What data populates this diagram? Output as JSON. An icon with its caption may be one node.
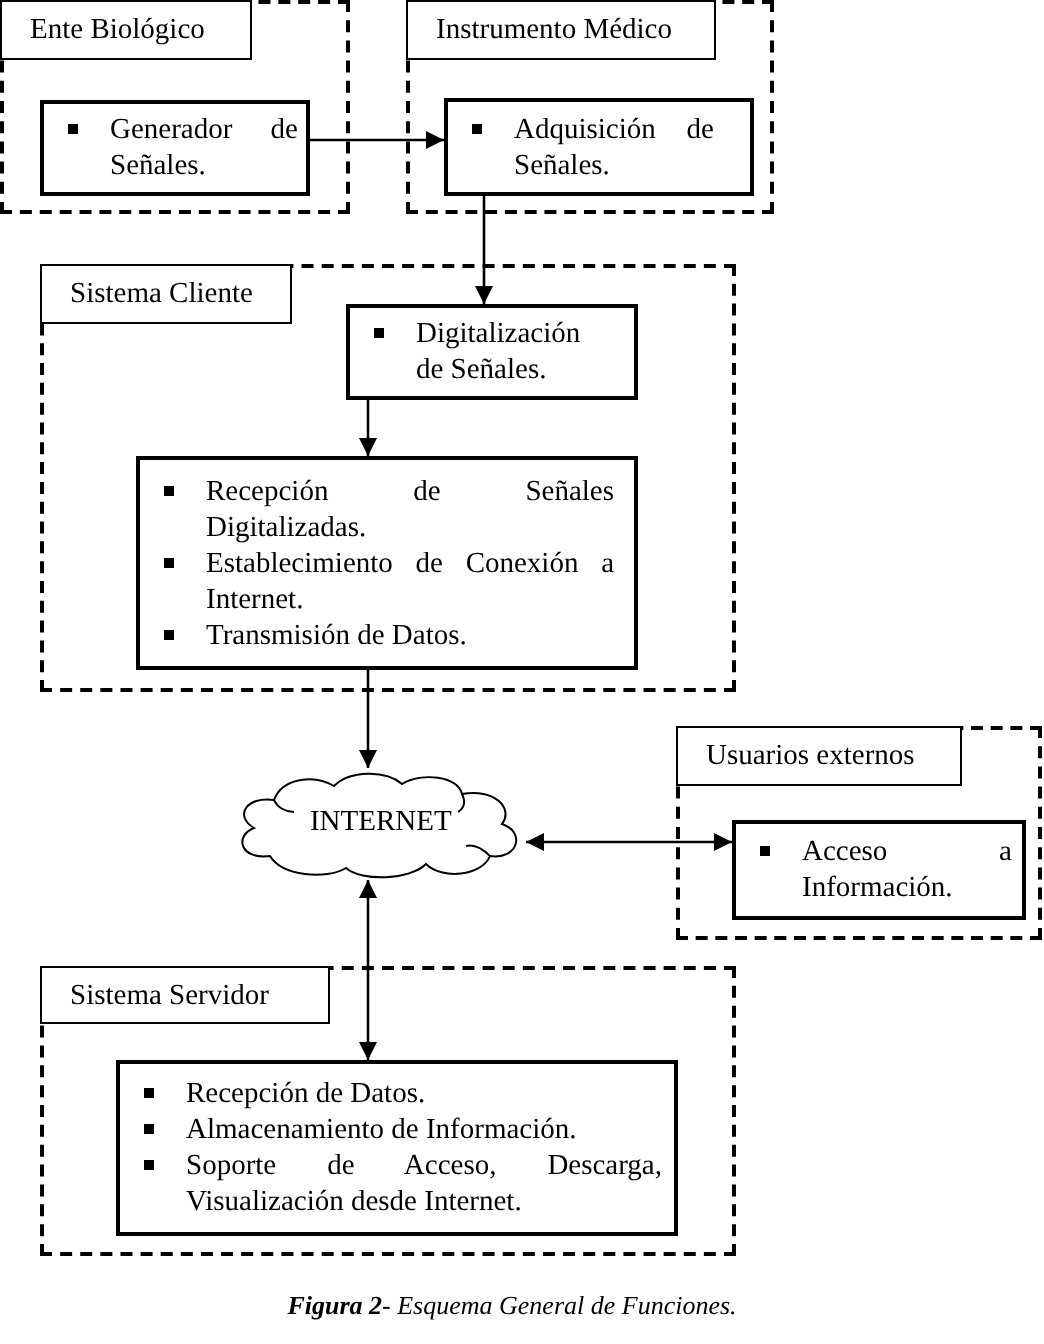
{
  "diagram": {
    "caption": "**Figura 2**- Esquema General de Funciones.",
    "nodes": [
      {
        "text": [
          "Ente Biológico"
        ]
      },
      {
        "text": [
          "Generador de Señales."
        ],
        "in": 0
      },
      {
        "text": [
          "Instrumento Médico"
        ]
      },
      {
        "text": [
          "Adquisición de Señales."
        ],
        "in": 2
      },
      {
        "text": [
          "Sistema Cliente"
        ]
      },
      {
        "text": [
          "Digitalización de Señales."
        ],
        "in": 4
      },
      {
        "text": [
          "Recepción de Señales Digitalizadas.",
          "Establecimiento de Conexión a Internet.",
          "Transmisión de Datos."
        ],
        "in": 4
      },
      {
        "text": [
          "INTERNET"
        ]
      },
      {
        "text": [
          "Usuarios externos"
        ]
      },
      {
        "text": [
          "Acceso a Información."
        ],
        "in": 8
      },
      {
        "text": [
          "Sistema Servidor"
        ]
      },
      {
        "text": [
          "Recepción de Datos.",
          "Almacenamiento de Información.",
          "Soporte de Acceso, Descarga, Visualización desde Internet."
        ],
        "in": 10
      }
    ],
    "edges": [
      {
        "from": 1,
        "to": 3,
        "arrow": "to"
      },
      {
        "from": 3,
        "to": 5,
        "arrow": "to"
      },
      {
        "from": 5,
        "to": 6,
        "arrow": "to"
      },
      {
        "from": 6,
        "to": 7,
        "arrow": "to"
      },
      {
        "from": 7,
        "to": 9,
        "arrow": "both"
      },
      {
        "from": 7,
        "to": 11,
        "arrow": "both"
      }
    ]
  }
}
